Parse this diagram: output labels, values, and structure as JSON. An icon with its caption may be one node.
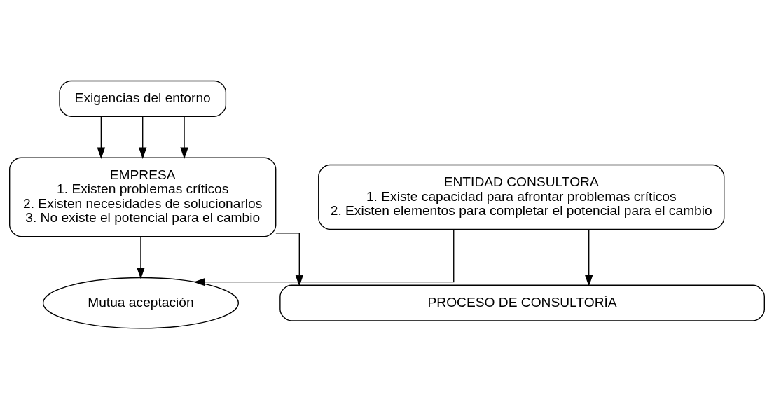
{
  "diagram": {
    "nodes": [
      {
        "text": [
          "Exigencias del entorno"
        ]
      },
      {
        "text": [
          "EMPRESA",
          "1. Existen problemas críticos",
          "2. Existen necesidades de solucionarlos",
          "3. No existe el potencial para el cambio"
        ]
      },
      {
        "text": [
          "ENTIDAD CONSULTORA",
          "1. Existe capacidad para afrontar problemas críticos",
          "2. Existen elementos para completar el potencial para el cambio"
        ]
      },
      {
        "text": [
          "Mutua aceptación"
        ]
      },
      {
        "text": [
          "PROCESO DE CONSULTORÍA"
        ]
      }
    ],
    "edges": [
      {
        "from": 0,
        "to": 1,
        "arrow": "to"
      },
      {
        "from": 0,
        "to": 1,
        "arrow": "to"
      },
      {
        "from": 0,
        "to": 1,
        "arrow": "to"
      },
      {
        "from": 1,
        "to": 3,
        "arrow": "to"
      },
      {
        "from": 2,
        "to": 3,
        "arrow": "to"
      },
      {
        "from": 1,
        "to": 4,
        "arrow": "to"
      },
      {
        "from": 2,
        "to": 4,
        "arrow": "to"
      }
    ]
  }
}
